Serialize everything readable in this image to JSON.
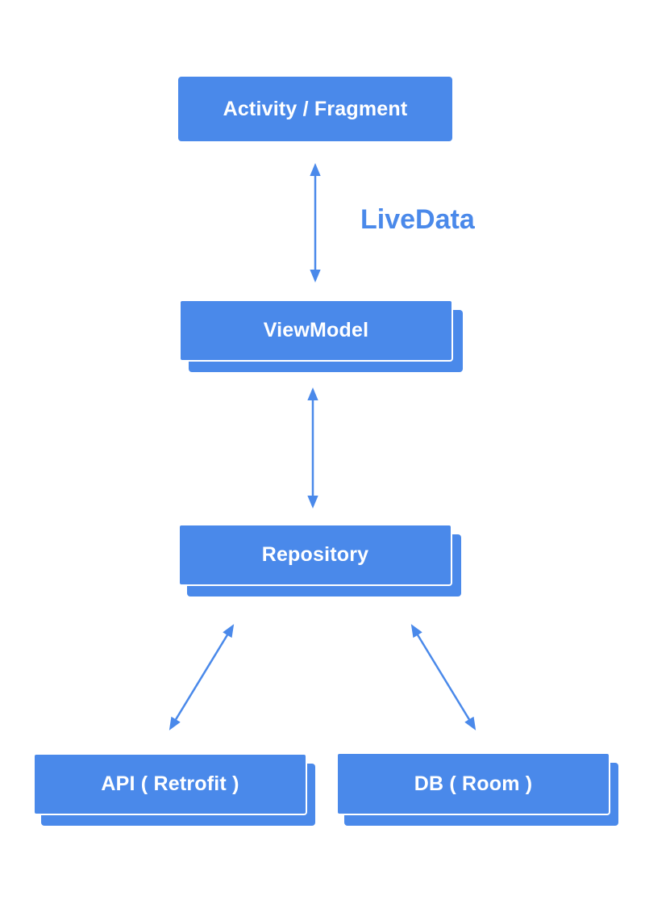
{
  "diagram": {
    "nodes": {
      "activity": {
        "label": "Activity / Fragment"
      },
      "viewmodel": {
        "label": "ViewModel"
      },
      "repository": {
        "label": "Repository"
      },
      "api": {
        "label": "API ( Retrofit )"
      },
      "db": {
        "label": "DB ( Room )"
      }
    },
    "edges": {
      "activity_viewmodel": {
        "label": "LiveData"
      }
    },
    "colors": {
      "node_fill": "#4a89ea",
      "node_text": "#ffffff",
      "arrow": "#4a89ea",
      "label": "#4a89ea"
    }
  }
}
